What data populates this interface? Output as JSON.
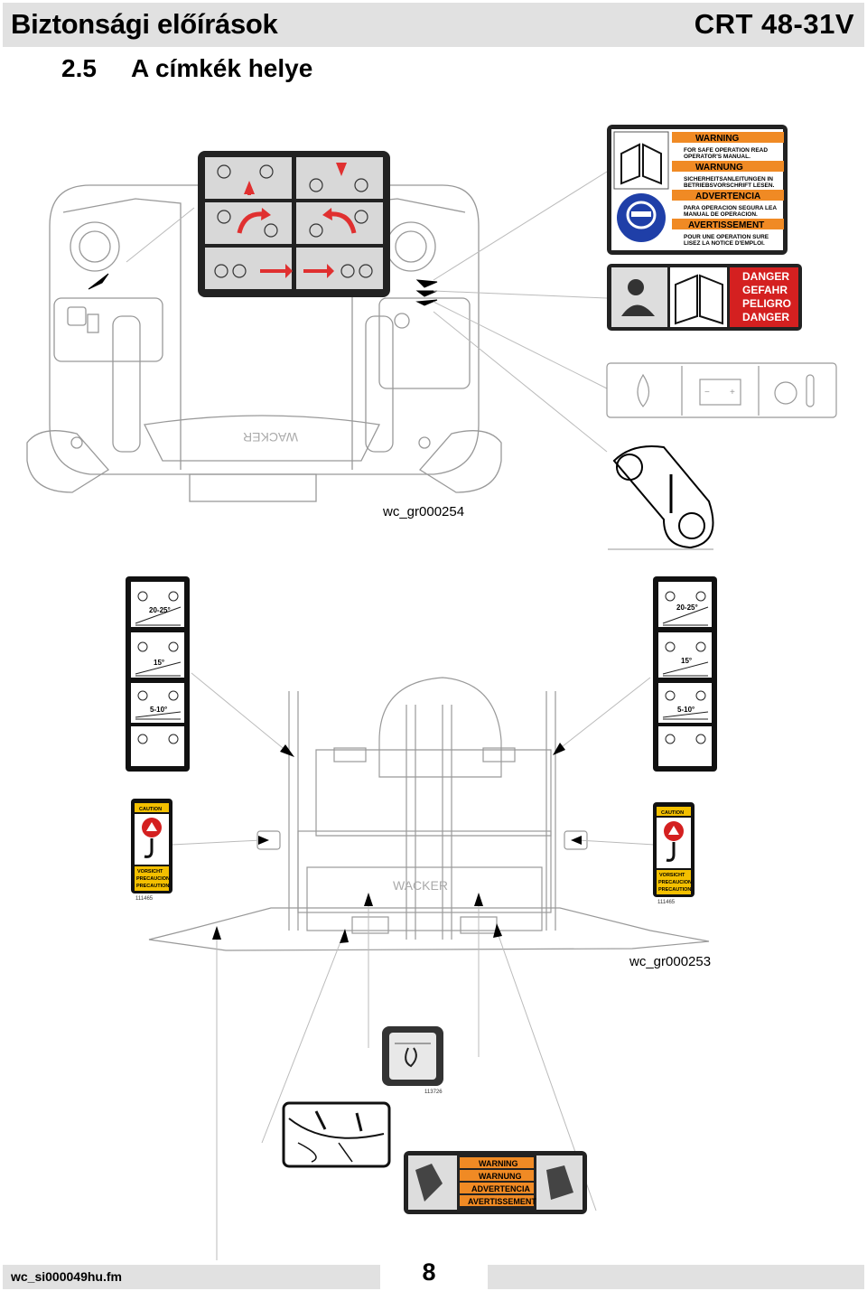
{
  "header": {
    "title": "Biztonsági előírások",
    "model": "CRT 48-31V"
  },
  "section": {
    "number": "2.5",
    "title": "A címkék helye"
  },
  "figures": {
    "top_code": "wc_gr000254",
    "bottom_code": "wc_gr000253"
  },
  "labels": {
    "manual_warning": [
      "WARNING",
      "FOR SAFE OPERATION READ",
      "OPERATOR'S MANUAL.",
      "WARNUNG",
      "SICHERHEITSANLEITUNGEN IN",
      "BETRIEBSVORSCHRIFT LESEN.",
      "ADVERTENCIA",
      "PARA OPERACION SEGURA LEA",
      "MANUAL DE OPERACION.",
      "AVERTISSEMENT",
      "POUR UNE OPERATION SURE",
      "LISEZ LA NOTICE D'EMPLOI."
    ],
    "danger": [
      "DANGER",
      "GEFAHR",
      "PELIGRO",
      "DANGER"
    ],
    "pitch_angles": [
      "20-25°",
      "15°",
      "5-10°"
    ],
    "caution": [
      "CAUTION",
      "VORSICHT",
      "PRECAUCION",
      "PRECAUTION"
    ],
    "caution_part": "111465",
    "small_part": "113726",
    "bottom_warning": [
      "WARNING",
      "WARNUNG",
      "ADVERTENCIA",
      "AVERTISSEMENT"
    ],
    "brand": "WACKER"
  },
  "footer": {
    "file": "wc_si000049hu.fm",
    "page": "8"
  },
  "colors": {
    "orange": "#f08a24",
    "red": "#d42020",
    "blue": "#1f3fa8",
    "header_gray": "#e1e1e1"
  }
}
